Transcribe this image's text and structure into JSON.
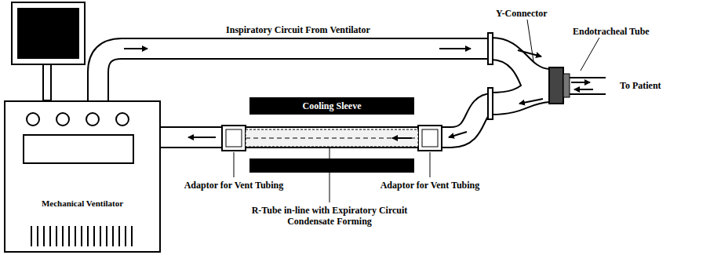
{
  "diagram": {
    "nodes": [
      {
        "text": [
          "Mechanical Ventilator"
        ]
      },
      {
        "text": [
          "Cooling Sleeve"
        ]
      }
    ],
    "labels": [
      "Y-Connector",
      "Endotracheal Tube",
      "Inspiratory Circuit From Ventilator",
      "To Patient",
      "Adaptor for Vent Tubing",
      "Adaptor for Vent Tubing",
      "R-Tube in-line with Expiratory Circuit Condensate Forming"
    ]
  }
}
